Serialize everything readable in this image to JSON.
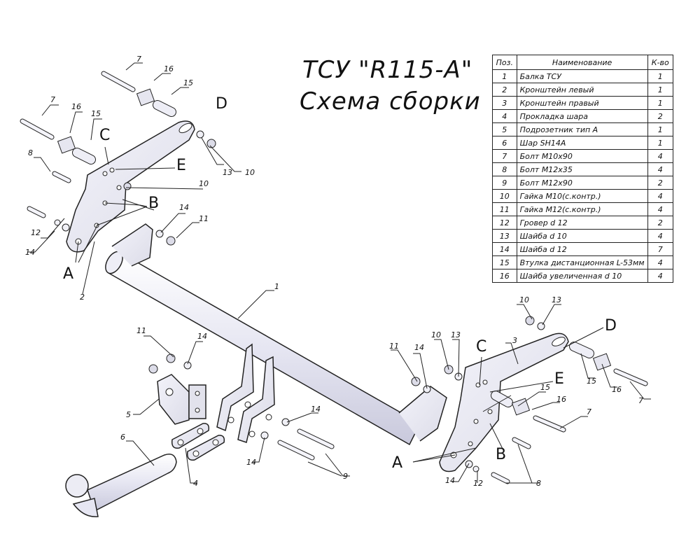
{
  "title": {
    "line1": "ТСУ \"R115-A\"",
    "line2": "Схема сборки"
  },
  "parts_table": {
    "headers": [
      "Поз.",
      "Наименование",
      "К-во"
    ],
    "rows": [
      [
        "1",
        "Балка ТСУ",
        "1"
      ],
      [
        "2",
        "Кронштейн левый",
        "1"
      ],
      [
        "3",
        "Кронштейн правый",
        "1"
      ],
      [
        "4",
        "Прокладка шара",
        "2"
      ],
      [
        "5",
        "Подрозетник тип А",
        "1"
      ],
      [
        "6",
        "Шар SH14А",
        "1"
      ],
      [
        "7",
        "Болт М10х90",
        "4"
      ],
      [
        "8",
        "Болт М12х35",
        "4"
      ],
      [
        "9",
        "Болт М12х90",
        "2"
      ],
      [
        "10",
        "Гайка М10(с.контр.)",
        "4"
      ],
      [
        "11",
        "Гайка М12(с.контр.)",
        "4"
      ],
      [
        "12",
        "Гровер d 12",
        "2"
      ],
      [
        "13",
        "Шайба d 10",
        "4"
      ],
      [
        "14",
        "Шайба d 12",
        "7"
      ],
      [
        "15",
        "Втулка дистанционная L-53мм",
        "4"
      ],
      [
        "16",
        "Шайба увеличенная d 10",
        "4"
      ]
    ]
  },
  "callouts": {
    "n1": "1",
    "n2": "2",
    "n3": "3",
    "n4": "4",
    "n5": "5",
    "n6": "6",
    "n7": "7",
    "n8": "8",
    "n9": "9",
    "n10": "10",
    "n11": "11",
    "n12": "12",
    "n13": "13",
    "n14": "14",
    "n15": "15",
    "n16": "16",
    "A": "A",
    "B": "B",
    "C": "C",
    "D": "D",
    "E": "E"
  }
}
